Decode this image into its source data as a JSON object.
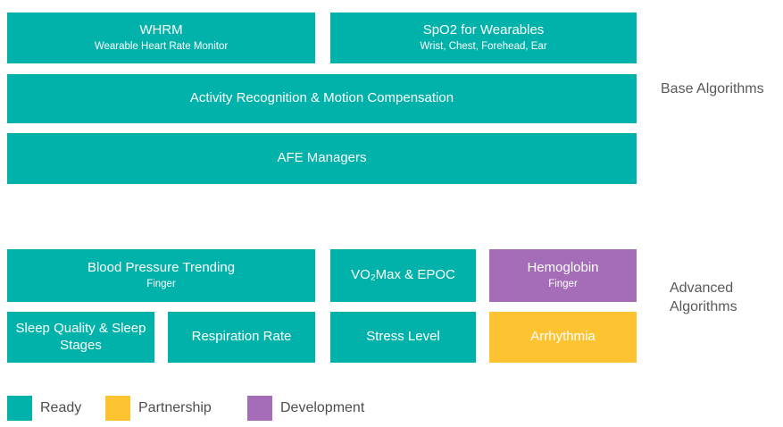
{
  "colors": {
    "ready": "#00B2A9",
    "partnership": "#FDC330",
    "development": "#A56CB8",
    "label_text": "#595959"
  },
  "section_labels": {
    "base": "Base Algorithms",
    "advanced": "Advanced Algorithms"
  },
  "base_blocks": {
    "whrm": {
      "title": "WHRM",
      "subtitle": "Wearable Heart Rate Monitor",
      "status": "ready"
    },
    "spo2": {
      "title": "SpO2 for Wearables",
      "subtitle": "Wrist, Chest, Forehead, Ear",
      "status": "ready"
    },
    "activity": {
      "title": "Activity Recognition & Motion Compensation",
      "status": "ready"
    },
    "afe": {
      "title": "AFE Managers",
      "status": "ready"
    }
  },
  "advanced_blocks": {
    "blood_pressure": {
      "title": "Blood Pressure Trending",
      "subtitle": "Finger",
      "status": "ready"
    },
    "vo2max": {
      "title": "VO₂Max & EPOC",
      "status": "ready"
    },
    "hemoglobin": {
      "title": "Hemoglobin",
      "subtitle": "Finger",
      "status": "development"
    },
    "sleep": {
      "title": "Sleep Quality & Sleep Stages",
      "status": "ready"
    },
    "respiration": {
      "title": "Respiration Rate",
      "status": "ready"
    },
    "stress": {
      "title": "Stress Level",
      "status": "ready"
    },
    "arrhythmia": {
      "title": "Arrhythmia",
      "status": "partnership"
    }
  },
  "legend": {
    "ready": "Ready",
    "partnership": "Partnership",
    "development": "Development"
  }
}
